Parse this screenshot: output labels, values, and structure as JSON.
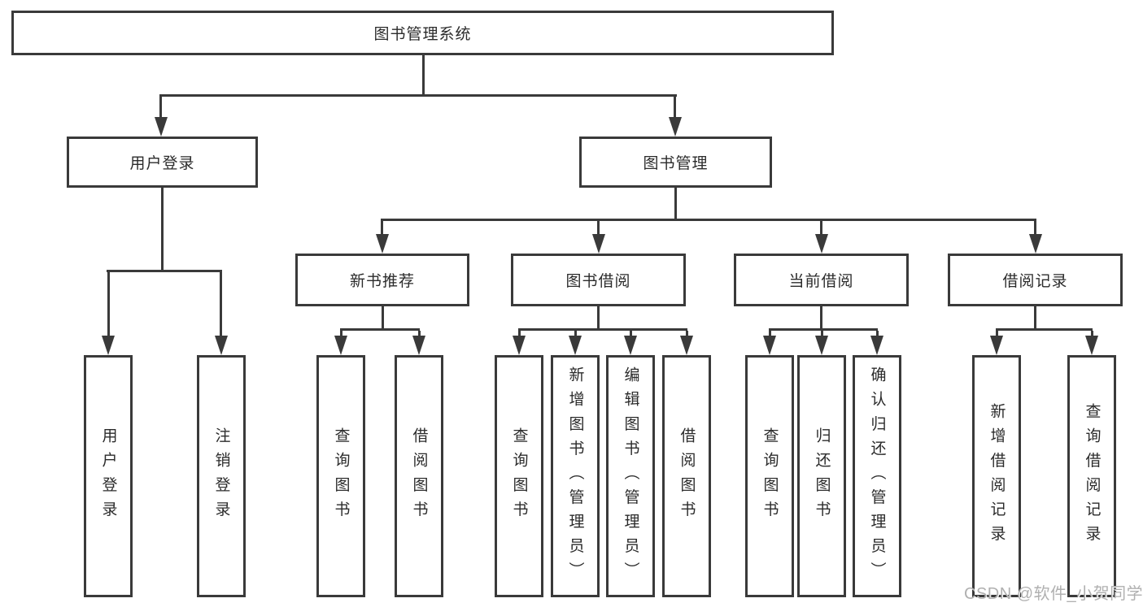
{
  "tree": {
    "root": {
      "label": "图书管理系统",
      "children": [
        {
          "label": "用户登录",
          "children": [
            {
              "label": "用户登录"
            },
            {
              "label": "注销登录"
            }
          ]
        },
        {
          "label": "图书管理",
          "children": [
            {
              "label": "新书推荐",
              "children": [
                {
                  "label": "查询图书"
                },
                {
                  "label": "借阅图书"
                }
              ]
            },
            {
              "label": "图书借阅",
              "children": [
                {
                  "label": "查询图书"
                },
                {
                  "label": "新增图书（管理员）"
                },
                {
                  "label": "编辑图书（管理员）"
                },
                {
                  "label": "借阅图书"
                }
              ]
            },
            {
              "label": "当前借阅",
              "children": [
                {
                  "label": "查询图书"
                },
                {
                  "label": "归还图书"
                },
                {
                  "label": "确认归还（管理员）"
                }
              ]
            },
            {
              "label": "借阅记录",
              "children": [
                {
                  "label": "新增借阅记录"
                },
                {
                  "label": "查询借阅记录"
                }
              ]
            }
          ]
        }
      ]
    }
  },
  "watermark": {
    "text": "CSDN @软件_小贺同学"
  },
  "colors": {
    "line": "#3a3a3a",
    "text": "#2b2b2b",
    "background": "#ffffff",
    "watermark": "#b0b0b0"
  }
}
